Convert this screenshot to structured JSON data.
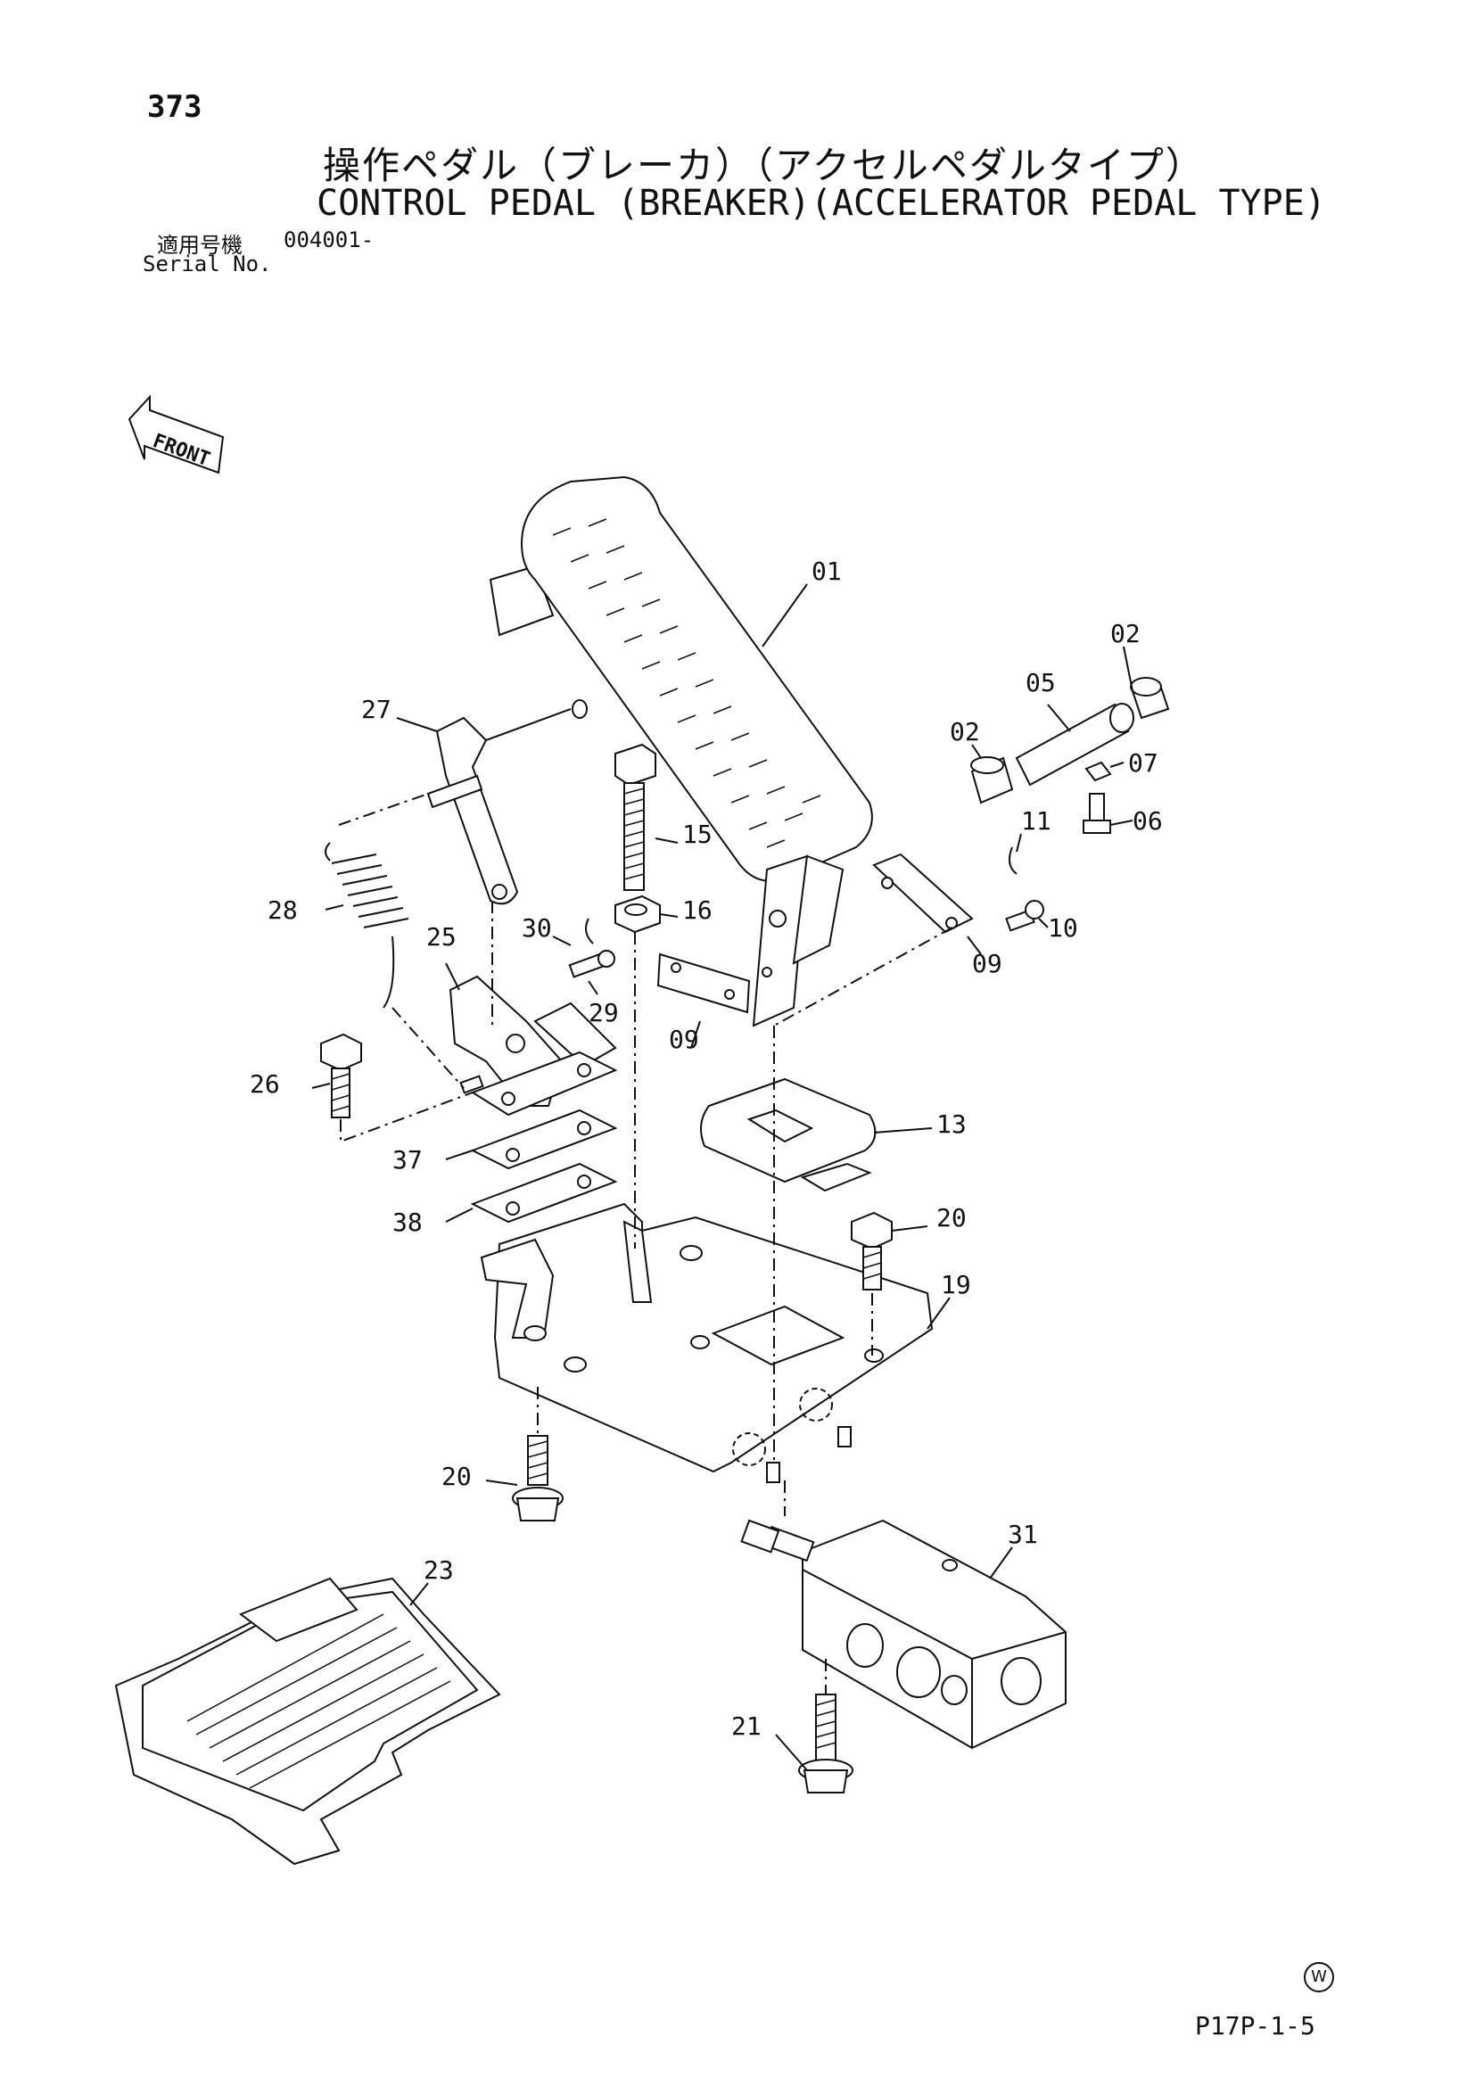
{
  "header": {
    "page_number": "373",
    "title_jp": "操作ペダル（ブレーカ）（アクセルペダルタイプ）",
    "title_en": "CONTROL PEDAL (BREAKER)(ACCELERATOR PEDAL TYPE)",
    "serial_label_jp": "適用号機",
    "serial_value": "004001-",
    "serial_label_en": "Serial No."
  },
  "front_arrow": {
    "label": "FRONT",
    "icon": "front-arrow-icon"
  },
  "callouts": [
    "01",
    "02",
    "02",
    "05",
    "07",
    "06",
    "11",
    "10",
    "09",
    "09",
    "27",
    "15",
    "16",
    "28",
    "25",
    "30",
    "29",
    "26",
    "37",
    "38",
    "13",
    "20",
    "19",
    "20",
    "31",
    "23",
    "21"
  ],
  "footer": {
    "code": "P17P-1-5",
    "mark": "W"
  }
}
